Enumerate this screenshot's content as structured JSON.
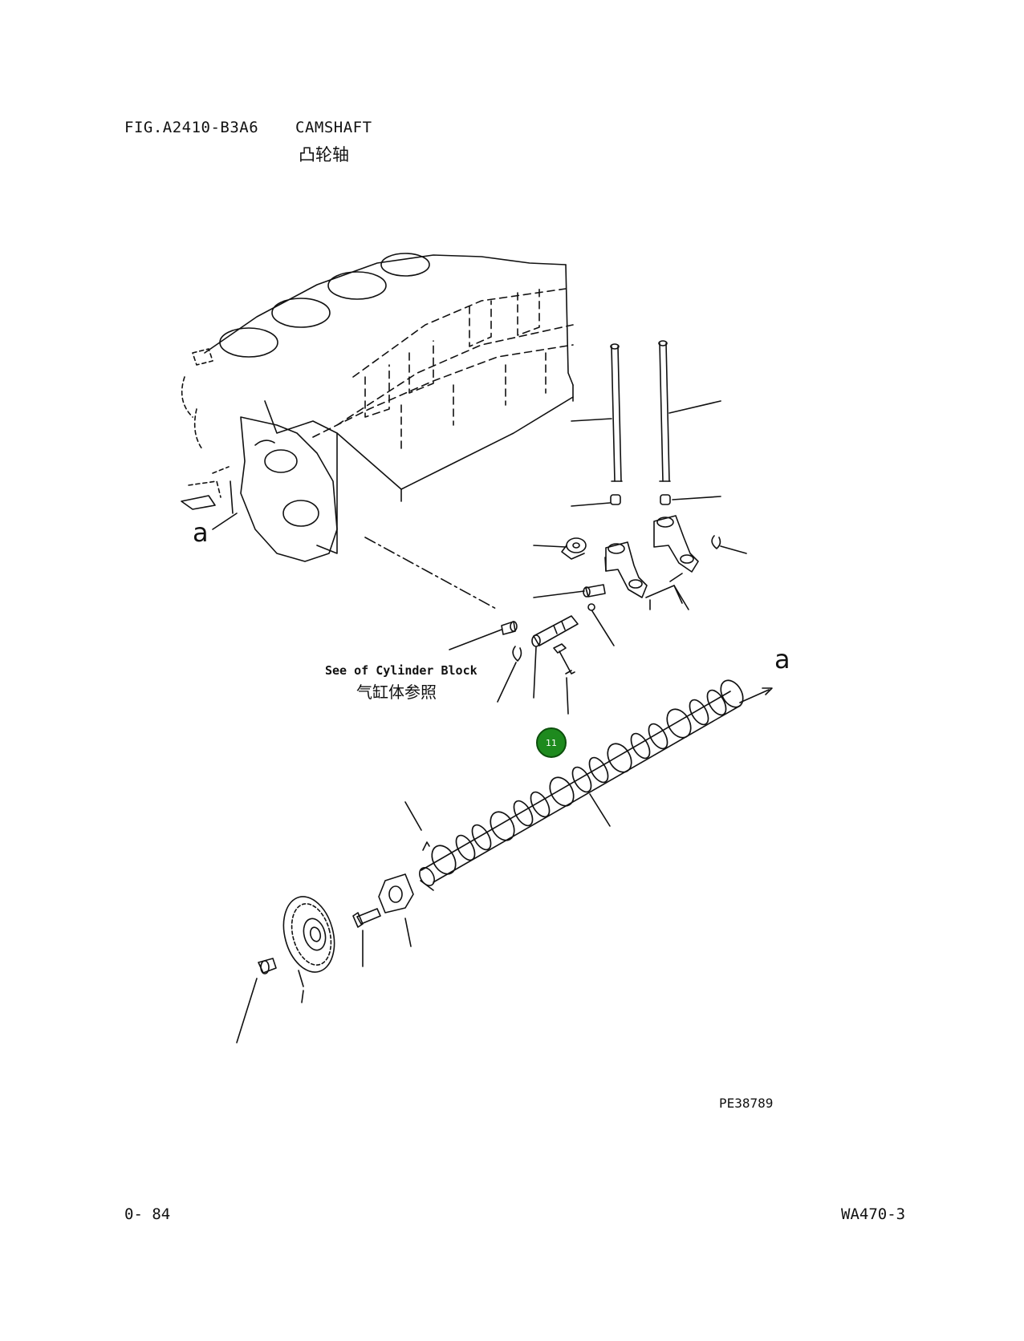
{
  "header": {
    "figure_code": "FIG.A2410-B3A6",
    "title": "CAMSHAFT",
    "title_cn": "凸轮轴"
  },
  "diagram": {
    "reference_label": "See of Cylinder Block",
    "reference_label_cn": "气缸体参照",
    "connection_label_left": "a",
    "connection_label_right": "a",
    "drawing_number": "PE38789",
    "marker_number": "11",
    "marker_color": "#1e8a1e"
  },
  "footer": {
    "page_number": "0- 84",
    "model": "WA470-3"
  }
}
